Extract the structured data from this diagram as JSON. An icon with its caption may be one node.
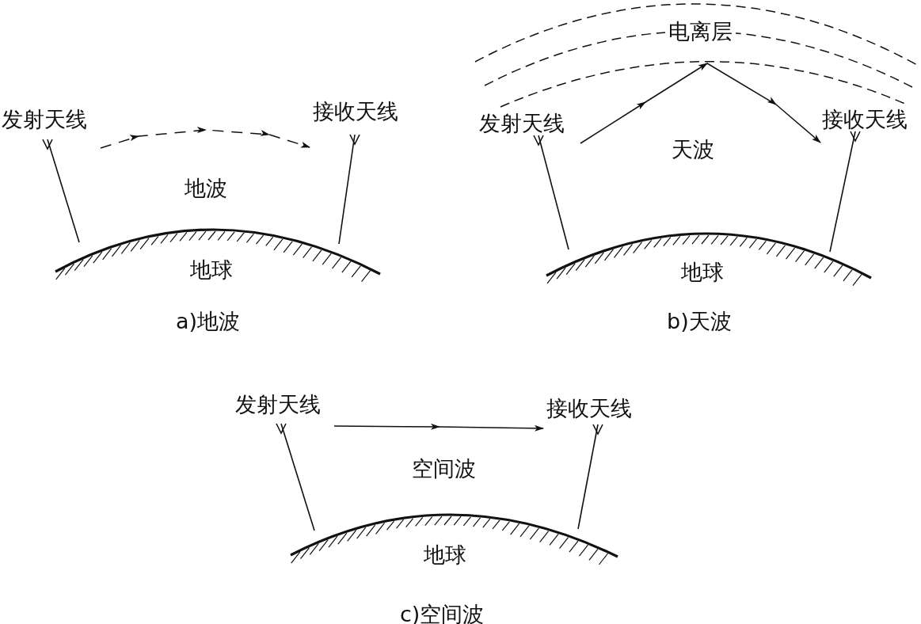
{
  "diagram": {
    "nodes": [
      {
        "text": [
          "发射天线"
        ]
      },
      {
        "text": [
          "接收天线"
        ]
      },
      {
        "text": [
          "地球"
        ]
      },
      {
        "text": [
          "电离层"
        ]
      },
      {
        "text": [
          "发射天线"
        ]
      },
      {
        "text": [
          "接收天线"
        ]
      },
      {
        "text": [
          "地球"
        ]
      },
      {
        "text": [
          "发射天线"
        ]
      },
      {
        "text": [
          "接收天线"
        ]
      },
      {
        "text": [
          "地球"
        ]
      }
    ],
    "edges": [
      {
        "from": 0,
        "to": 1,
        "arrow": "to",
        "style": "dashed"
      },
      {
        "from": 4,
        "to": 3,
        "arrow": "to"
      },
      {
        "from": 3,
        "to": 5,
        "arrow": "to"
      },
      {
        "from": 7,
        "to": 8,
        "arrow": "to"
      }
    ],
    "labels": [
      "地波",
      "a)地波",
      "天波",
      "b)天波",
      "空间波",
      "c)空间波"
    ]
  }
}
